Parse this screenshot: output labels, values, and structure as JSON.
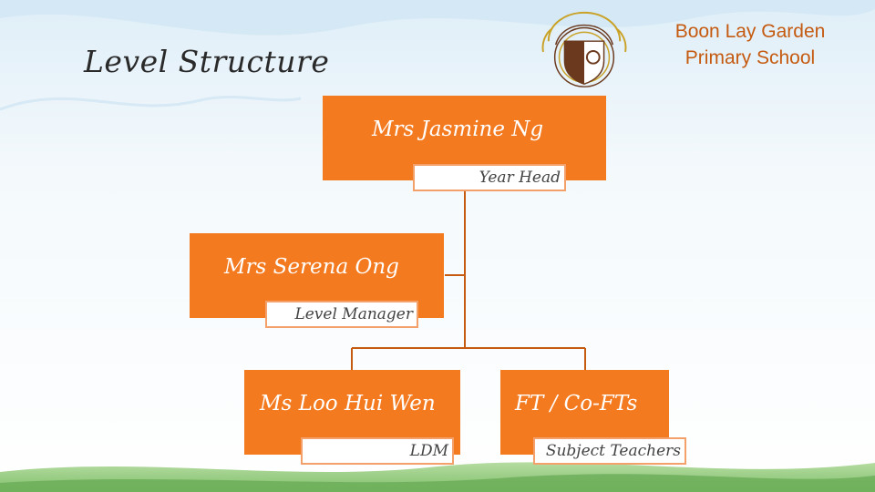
{
  "slide": {
    "title": "Level Structure"
  },
  "school": {
    "line1": "Boon Lay Garden",
    "line2": "Primary School"
  },
  "crest": {
    "icon": "school-crest-icon",
    "colors": {
      "brown": "#6b3a1e",
      "gold": "#c9a227"
    }
  },
  "colors": {
    "accent": "#f47a20",
    "role_border": "#f4a06a",
    "connector": "#c55a11",
    "school_text": "#c55a11"
  },
  "org_chart": {
    "year_head": {
      "name": "Mrs Jasmine Ng",
      "role": "Year Head"
    },
    "level_manager": {
      "name": "Mrs Serena Ong",
      "role": "Level Manager"
    },
    "ldm": {
      "name": "Ms Loo Hui Wen",
      "role": "LDM"
    },
    "form_teachers": {
      "name": "FT / Co-FTs",
      "role": "Subject Teachers"
    }
  }
}
